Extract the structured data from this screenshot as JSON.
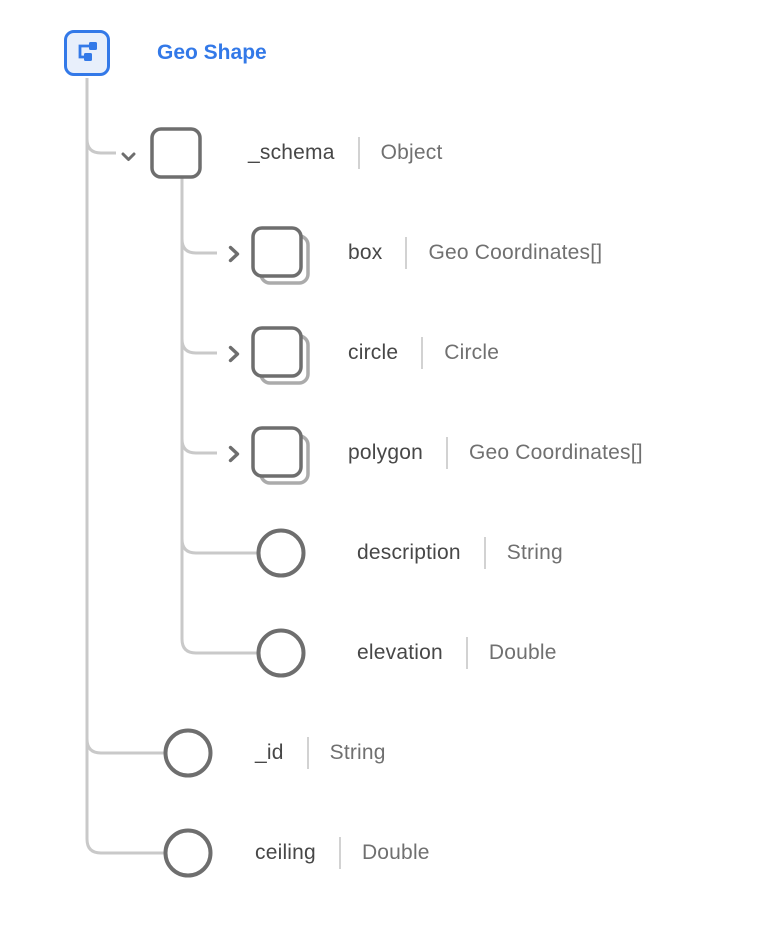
{
  "schema": {
    "title": "Geo Shape",
    "fields": {
      "_schema": {
        "name": "_schema",
        "type": "Object",
        "kind": "object",
        "expanded": true
      },
      "box": {
        "name": "box",
        "type": "Geo Coordinates[]",
        "kind": "array-object",
        "expanded": false
      },
      "circle": {
        "name": "circle",
        "type": "Circle",
        "kind": "array-object",
        "expanded": false
      },
      "polygon": {
        "name": "polygon",
        "type": "Geo Coordinates[]",
        "kind": "array-object",
        "expanded": false
      },
      "description": {
        "name": "description",
        "type": "String",
        "kind": "leaf-field"
      },
      "elevation": {
        "name": "elevation",
        "type": "Double",
        "kind": "leaf-field"
      },
      "_id": {
        "name": "_id",
        "type": "String",
        "kind": "leaf-field"
      },
      "ceiling": {
        "name": "ceiling",
        "type": "Double",
        "kind": "leaf-field"
      }
    }
  },
  "icons": {
    "root": "schema-tree-icon",
    "object": "square-outline-icon",
    "array_object": "stacked-squares-icon",
    "leaf": "circle-outline-icon",
    "expanded": "chevron-down-icon",
    "collapsed": "chevron-right-icon"
  },
  "colors": {
    "accent_blue": "#3379E8",
    "root_icon_fill": "#E8EFFB",
    "icon_gray": "#6E6E6E",
    "stack_back_gray": "#ABABAB",
    "connector_gray": "#C9C9C9",
    "label_gray": "#474747",
    "type_gray": "#707070",
    "divider_gray": "#D2D2D2"
  }
}
